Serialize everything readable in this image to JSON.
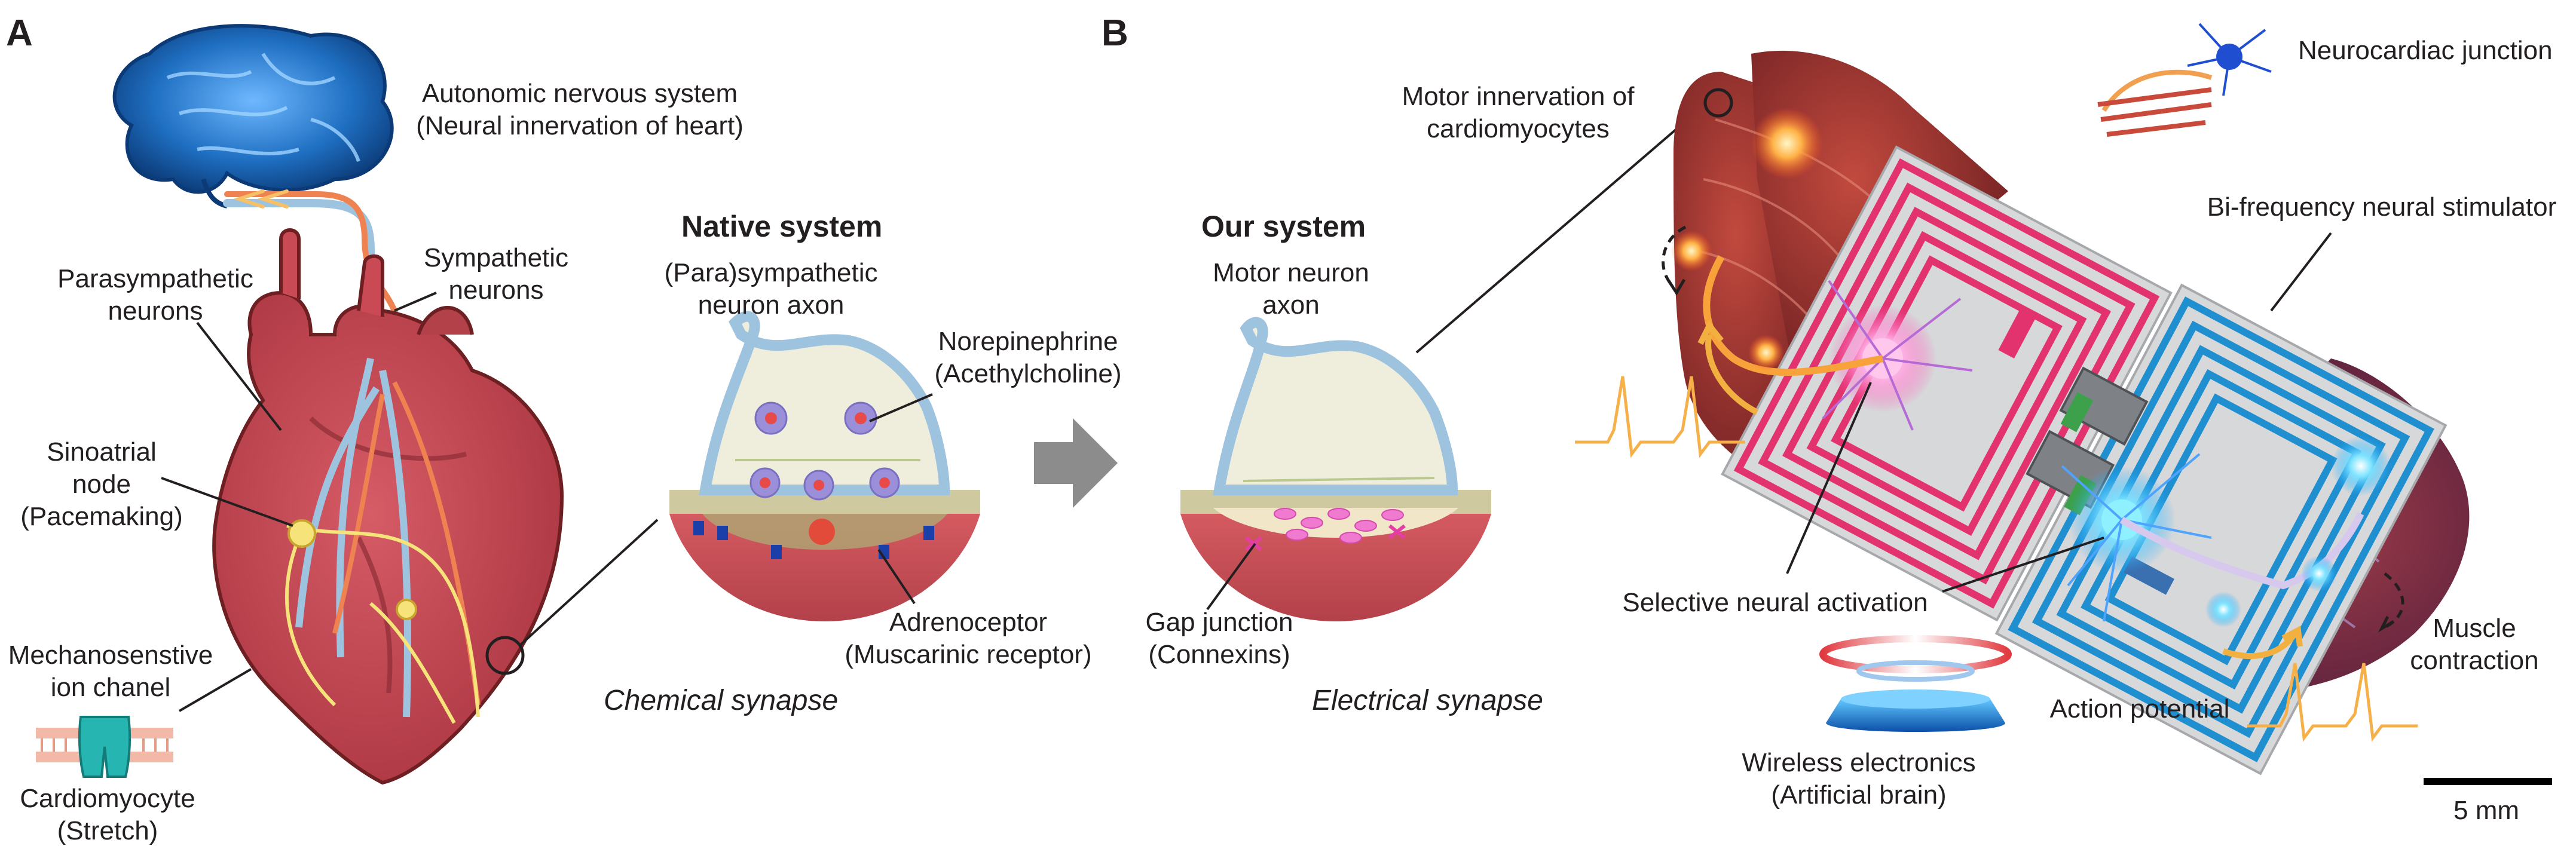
{
  "panel_a": {
    "letter": "A",
    "ans": {
      "line1": "Autonomic nervous system",
      "line2": "(Neural innervation of heart)"
    },
    "parasympathetic": {
      "line1": "Parasympathetic",
      "line2": "neurons"
    },
    "sympathetic": {
      "line1": "Sympathetic",
      "line2": "neurons"
    },
    "sinoatrial": {
      "line1": "Sinoatrial",
      "line2": "node",
      "line3": "(Pacemaking)"
    },
    "mechano": {
      "line1": "Mechanosenstive",
      "line2": "ion chanel"
    },
    "cardiomyocyte": {
      "line1": "Cardiomyocyte",
      "line2": "(Stretch)"
    },
    "native_title": "Native system",
    "axon": {
      "line1": "(Para)sympathetic",
      "line2": "neuron axon"
    },
    "norepinephrine": {
      "line1": "Norepinephrine",
      "line2": "(Acethylcholine)"
    },
    "adrenoceptor": {
      "line1": "Adrenoceptor",
      "line2": "(Muscarinic receptor)"
    },
    "synapse_caption": "Chemical synapse"
  },
  "panel_b": {
    "letter": "B",
    "our_title": "Our system",
    "motor_axon": {
      "line1": "Motor neuron",
      "line2": "axon"
    },
    "gap_junction": {
      "line1": "Gap junction",
      "line2": "(Connexins)"
    },
    "synapse_caption": "Electrical synapse",
    "motor_innervation": {
      "line1": "Motor innervation of",
      "line2": "cardiomyocytes"
    },
    "neurocardiac": "Neurocardiac junction",
    "stimulator": "Bi-frequency neural stimulator",
    "selective": "Selective neural activation",
    "wireless": {
      "line1": "Wireless electronics",
      "line2": "(Artificial brain)"
    },
    "action_potential": "Action potential",
    "muscle": {
      "line1": "Muscle",
      "line2": "contraction"
    },
    "scale_bar": "5 mm"
  },
  "colors": {
    "heart": "#c94a55",
    "heart_dark": "#a3353f",
    "brain": "#1f6fc2",
    "nerve_blue": "#9ec3df",
    "nerve_orange": "#ee8250",
    "nerve_yellow": "#f6e37a",
    "synapse_cream": "#efeedd",
    "coil_pink": "#e2336e",
    "coil_blue": "#1f8fd0",
    "signal_orange": "#f5b04a"
  }
}
